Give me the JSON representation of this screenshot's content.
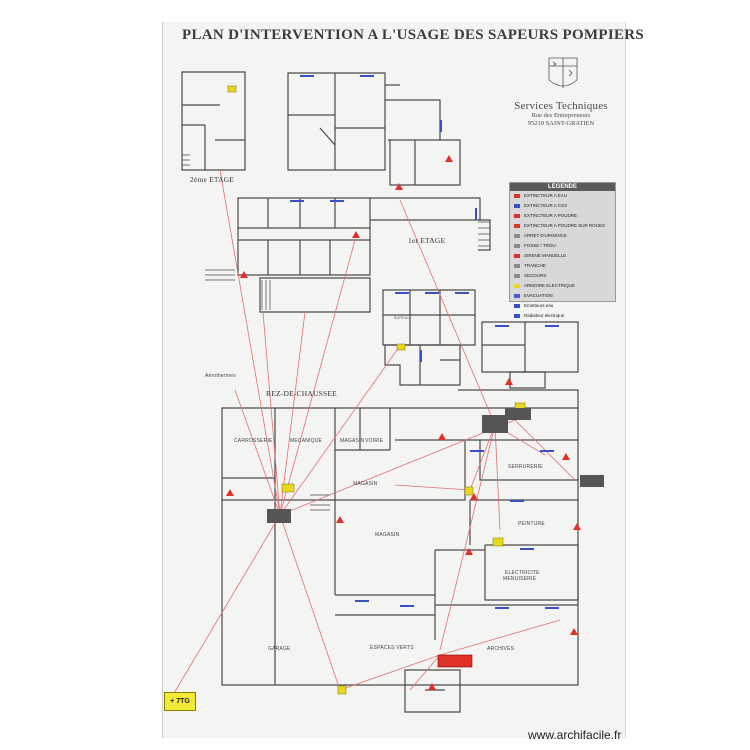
{
  "title": "PLAN D'INTERVENTION A L'USAGE DES SAPEURS POMPIERS",
  "organization": {
    "name": "Services Techniques",
    "street": "Rue des Entrepreneurs",
    "city": "95210 SAINT-GRATIEN"
  },
  "legend": {
    "title": "LEGENDE",
    "items": [
      {
        "label": "EXTINCTEUR A EAU",
        "color": "#e0302a"
      },
      {
        "label": "EXTINCTEUR A CO2",
        "color": "#3a4fc4"
      },
      {
        "label": "EXTINCTEUR A POUDRE",
        "color": "#e0302a"
      },
      {
        "label": "EXTINCTEUR A POUDRE SUR ROUES",
        "color": "#e0302a"
      },
      {
        "label": "ARRET D'URGENCE",
        "color": "#8a8a8a"
      },
      {
        "label": "FOSSE / TROU",
        "color": "#8a8a8a"
      },
      {
        "label": "SIRENE MANUELLE",
        "color": "#e0302a"
      },
      {
        "label": "TRANCHE",
        "color": "#8a8a8a"
      },
      {
        "label": "SECOURS",
        "color": "#8a8a8a"
      },
      {
        "label": "ARMOIRE ELECTRIQUE",
        "color": "#e8d820"
      },
      {
        "label": "EVACUATION",
        "color": "#4060d0"
      },
      {
        "label": "Emetteurs eau",
        "color": "#3a4fc4"
      },
      {
        "label": "Radiateur electrique",
        "color": "#3a4fc4"
      }
    ]
  },
  "floors": {
    "second": "2ème ETAGE",
    "first": "1er ETAGE",
    "ground": "REZ-DE-CHAUSSEE"
  },
  "rooms": {
    "carrosserie": "CARROSSERIE",
    "mecanique": "MECANIQUE",
    "magasin_top": "MAGASIN",
    "voirie": "VOIRIE",
    "magasin": "MAGASIN",
    "magasin2": "MAGASIN",
    "garage": "GARAGE",
    "serrurerie": "SERRURERIE",
    "electricite": "ELECTRICITE",
    "peinture": "PEINTURE",
    "menuiserie": "MENUISERIE",
    "espaces_verts": "ESPACES VERTS",
    "aerothermes": "Aérothermes",
    "archives": "ARCHIVES",
    "bureau": "BUREAU"
  },
  "badge": "+ 7TG",
  "watermark": "www.archifacile.fr",
  "colors": {
    "wall": "#4a4a4a",
    "evacuation_line": "#e07070",
    "extinguisher": "#e0302a",
    "panel": "#e8d820",
    "heater": "#3a4fc4"
  }
}
